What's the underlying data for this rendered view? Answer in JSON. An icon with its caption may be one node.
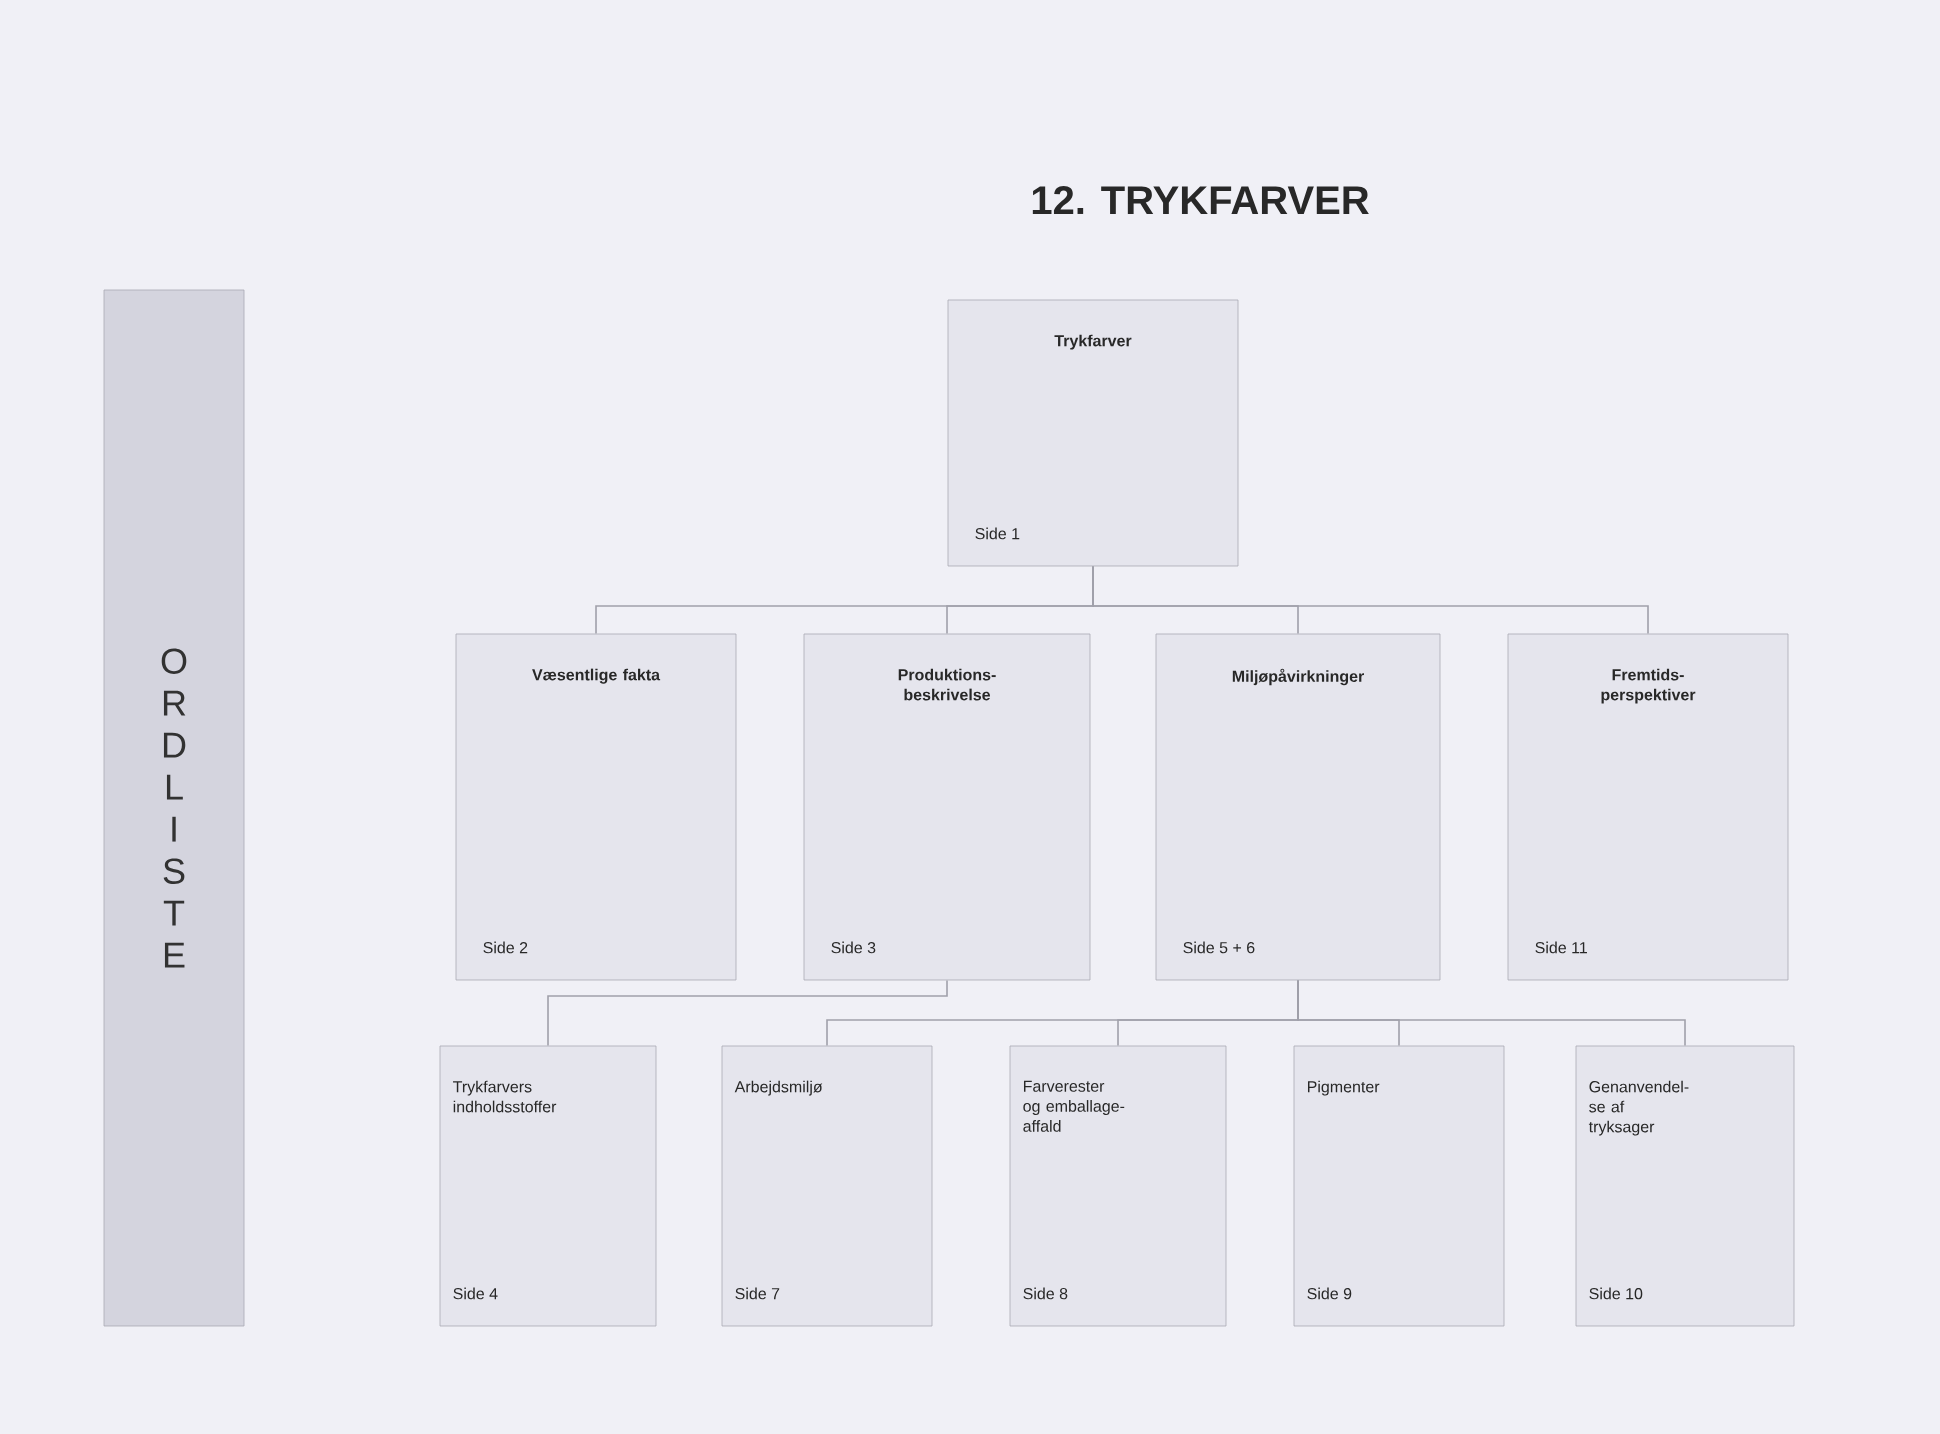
{
  "diagram": {
    "title": "12. TRYKFARVER",
    "nodes": [
      {
        "text": [
          "ORDLISTE"
        ]
      },
      {
        "text": [
          "Trykfarver",
          "Side 1"
        ]
      },
      {
        "text": [
          "Væsentlige fakta",
          "Side 2"
        ]
      },
      {
        "text": [
          "Produktions- beskrivelse",
          "Side 3"
        ]
      },
      {
        "text": [
          "Miljøpåvirkninger",
          "Side 5 + 6"
        ]
      },
      {
        "text": [
          "Fremtids- perspektiver",
          "Side 11"
        ]
      },
      {
        "text": [
          "Trykfarvers indholdsstoffer",
          "Side 4"
        ]
      },
      {
        "text": [
          "Arbejdsmiljø",
          "Side 7"
        ]
      },
      {
        "text": [
          "Farverester og emballage- affald",
          "Side 8"
        ]
      },
      {
        "text": [
          "Pigmenter",
          "Side 9"
        ]
      },
      {
        "text": [
          "Genanvendel- se af tryksager",
          "Side 10"
        ]
      }
    ],
    "edges": [
      {
        "from": 1,
        "to": 2,
        "arrow": "none"
      },
      {
        "from": 1,
        "to": 3,
        "arrow": "none"
      },
      {
        "from": 1,
        "to": 4,
        "arrow": "none"
      },
      {
        "from": 1,
        "to": 5,
        "arrow": "none"
      },
      {
        "from": 3,
        "to": 6,
        "arrow": "none"
      },
      {
        "from": 4,
        "to": 7,
        "arrow": "none"
      },
      {
        "from": 4,
        "to": 8,
        "arrow": "none"
      },
      {
        "from": 4,
        "to": 9,
        "arrow": "none"
      },
      {
        "from": 4,
        "to": 10,
        "arrow": "none"
      }
    ]
  }
}
